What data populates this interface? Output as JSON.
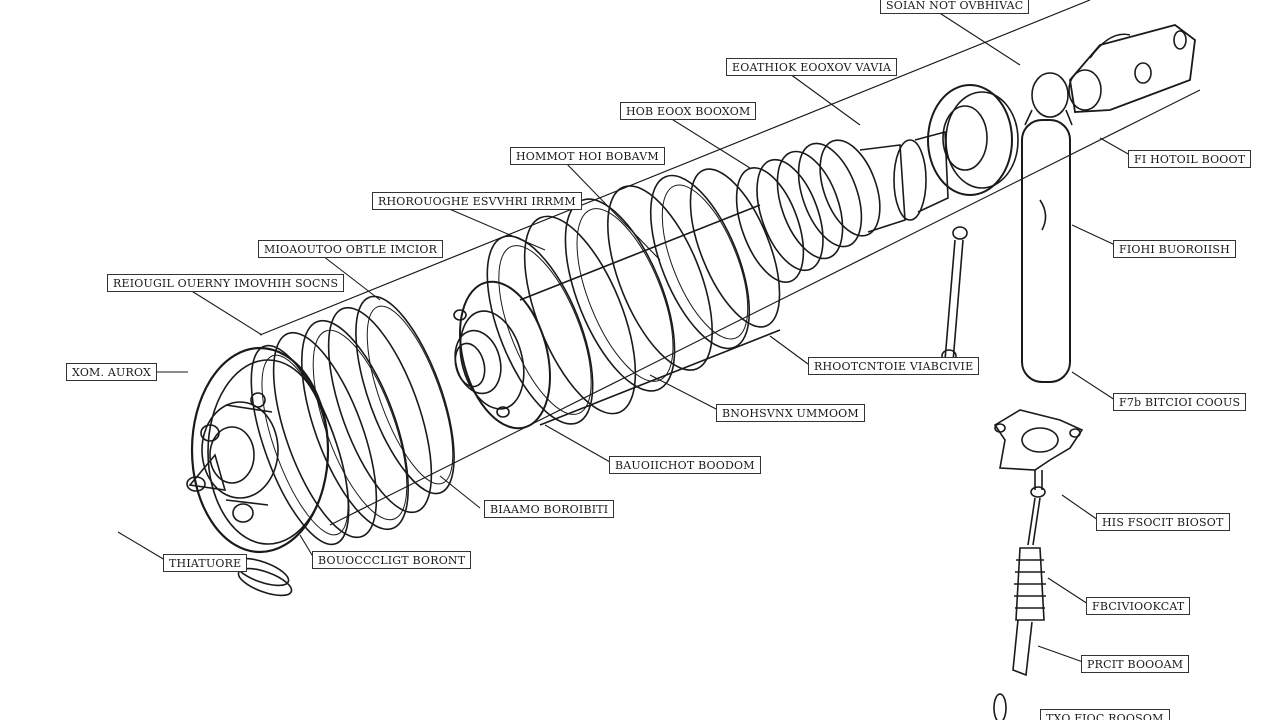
{
  "labels": {
    "top_right_caption": "SOIAN NOT OVBHIVAC",
    "top_center": "EOATHIOK EOOXOV VAVIA",
    "hub_body": "HOB EOOX BOOXOM",
    "upper_mount": "HOMMOT HOI BOBAVM",
    "spring_upper_seat": "RHOROUOGHE ESVVHRI IRRMM",
    "spring_mid": "MIOAOUTOO OBTLE IMCIOR",
    "spring_lower": "REIOUGIL OUERNY IMOVHIH SOCNS",
    "left_side": "XOM. AUROX",
    "bottom_left": "THIATUORE",
    "bottom_plate": "BOUOCCCLIGT BORONT",
    "bottom_center": "BIAAMO BOROIBITI",
    "lower_seat": "BAUOIICHOT BOODOM",
    "bump_stop": "BNOHSVNX UMMOOM",
    "rod_label": "RHOOTCNTOIE VIABCIVIE",
    "right_upper_1": "FI HOTOIL BOOOT",
    "right_upper_2": "FIOHI BUOROIISH",
    "right_mid": "F7b BITCIOI COOUS",
    "right_lower_1": "HIS FSOCIT BIOSOT",
    "right_lower_2": "FBCIVIOOKCAT",
    "right_lower_3": "PRCIT BOOOAM",
    "right_bottom": "TXO FIOC ROOSOM"
  },
  "colors": {
    "ink": "#1a1a1a",
    "paper": "#ffffff",
    "shade": "#8a8a8a"
  }
}
